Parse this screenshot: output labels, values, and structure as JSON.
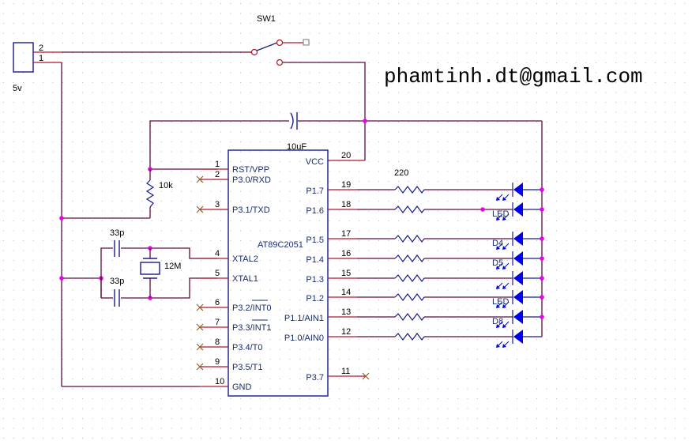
{
  "title_note": "phamtinh.dt@gmail.com",
  "power_connector": {
    "label": "5v",
    "pins": [
      "2",
      "1"
    ]
  },
  "switch": {
    "ref": "SW1"
  },
  "capacitor_reset": {
    "value": "10uF"
  },
  "resistor_reset": {
    "value": "10k"
  },
  "crystal": {
    "value": "12M"
  },
  "crystal_caps": [
    {
      "value": "33p"
    },
    {
      "value": "33p"
    }
  ],
  "led_resistor": {
    "value": "220"
  },
  "chip": {
    "ref": "AT89C2051",
    "left_pins": [
      {
        "num": "1",
        "name": "RST/VPP",
        "nc": false
      },
      {
        "num": "2",
        "name": "P3.0/RXD",
        "nc": true
      },
      {
        "num": "3",
        "name": "P3.1/TXD",
        "nc": true
      },
      {
        "num": "4",
        "name": "XTAL2",
        "nc": false
      },
      {
        "num": "5",
        "name": "XTAL1",
        "nc": false
      },
      {
        "num": "6",
        "name": "P3.2/INT0",
        "nc": true
      },
      {
        "num": "7",
        "name": "P3.3/INT1",
        "nc": true
      },
      {
        "num": "8",
        "name": "P3.4/T0",
        "nc": true
      },
      {
        "num": "9",
        "name": "P3.5/T1",
        "nc": true
      },
      {
        "num": "10",
        "name": "GND",
        "nc": false
      }
    ],
    "right_pins": [
      {
        "num": "20",
        "name": "VCC"
      },
      {
        "num": "19",
        "name": "P1.7"
      },
      {
        "num": "18",
        "name": "P1.6"
      },
      {
        "num": "17",
        "name": "P1.5"
      },
      {
        "num": "16",
        "name": "P1.4"
      },
      {
        "num": "15",
        "name": "P1.3"
      },
      {
        "num": "14",
        "name": "P1.2"
      },
      {
        "num": "13",
        "name": "P1.1/AIN1"
      },
      {
        "num": "12",
        "name": "P1.0/AIN0"
      },
      {
        "num": "11",
        "name": "P3.7"
      }
    ]
  },
  "leds": [
    {
      "label": ""
    },
    {
      "label": "LED"
    },
    {
      "label": "D4"
    },
    {
      "label": "D5"
    },
    {
      "label": ""
    },
    {
      "label": "LED"
    },
    {
      "label": "D8"
    },
    {
      "label": ""
    }
  ],
  "colors": {
    "wire": "#5a0f3a",
    "pin": "#b0182a",
    "part": "#1a1a8c",
    "junction": "#ee00ee",
    "led": "#0000ee"
  }
}
